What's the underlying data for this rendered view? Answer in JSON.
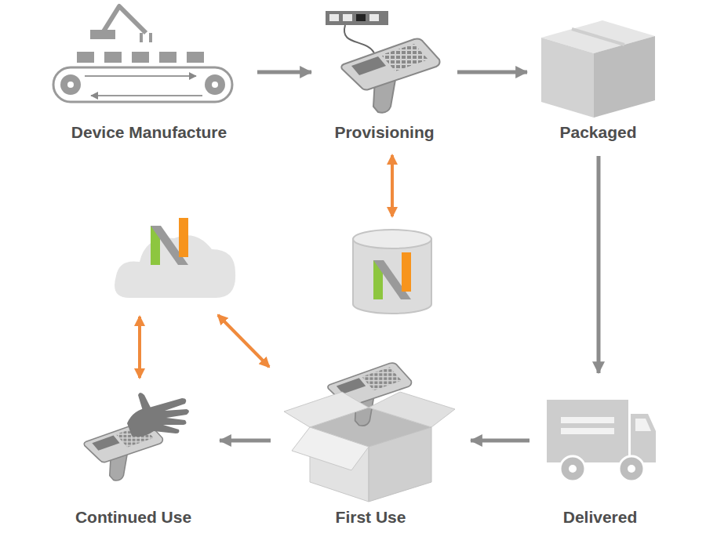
{
  "diagram": {
    "nodes": [
      {
        "text": [
          "Device Manufacture"
        ]
      },
      {
        "text": [
          "Provisioning"
        ]
      },
      {
        "text": [
          "Packaged"
        ]
      },
      {
        "text": [
          "Delivered"
        ]
      },
      {
        "text": [
          "First Use"
        ]
      },
      {
        "text": [
          "Continued Use"
        ]
      }
    ],
    "edges": [
      {
        "from": 0,
        "to": 1,
        "arrow": "to"
      },
      {
        "from": 1,
        "to": 2,
        "arrow": "to"
      },
      {
        "from": 2,
        "to": 3,
        "arrow": "to"
      },
      {
        "from": 3,
        "to": 4,
        "arrow": "to"
      },
      {
        "from": 4,
        "to": 5,
        "arrow": "to"
      }
    ]
  }
}
